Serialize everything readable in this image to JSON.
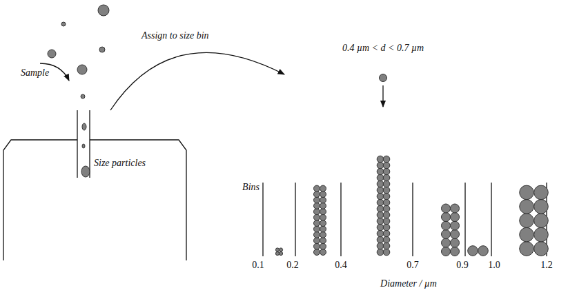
{
  "diagram": {
    "nodes": [
      {
        "text": [
          "Size particles"
        ]
      }
    ],
    "labels": [
      "Sample",
      "Assign to size bin",
      "0.4 µm < d < 0.7 µm",
      "Bins",
      "0.1",
      "0.2",
      "0.4",
      "0.7",
      "0.9",
      "1.0",
      "1.2",
      "Diameter / µm"
    ]
  }
}
